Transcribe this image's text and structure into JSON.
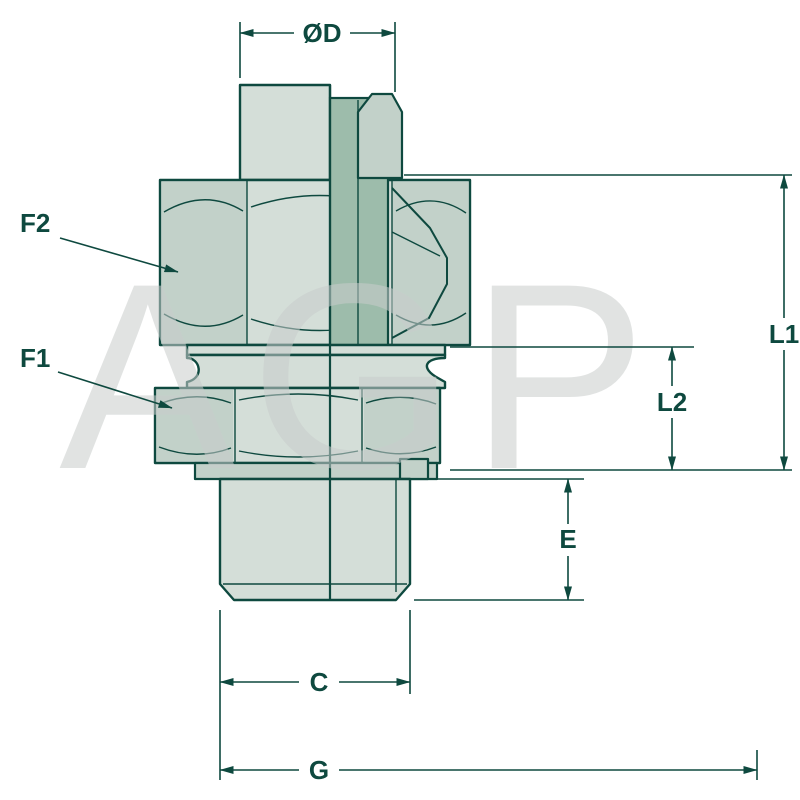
{
  "image_type": "technical-dimension-drawing",
  "watermark": "AGP",
  "colors": {
    "line": "#0e493f",
    "fill_light": "#d4ded8",
    "fill_mid": "#c2d1c9",
    "fill_section": "#9dbcab",
    "watermark": "#c9cdcc",
    "background": "#ffffff"
  },
  "labels": {
    "od": "ØD",
    "f2": "F2",
    "f1": "F1",
    "l1": "L1",
    "l2": "L2",
    "e": "E",
    "c": "C",
    "g": "G"
  }
}
